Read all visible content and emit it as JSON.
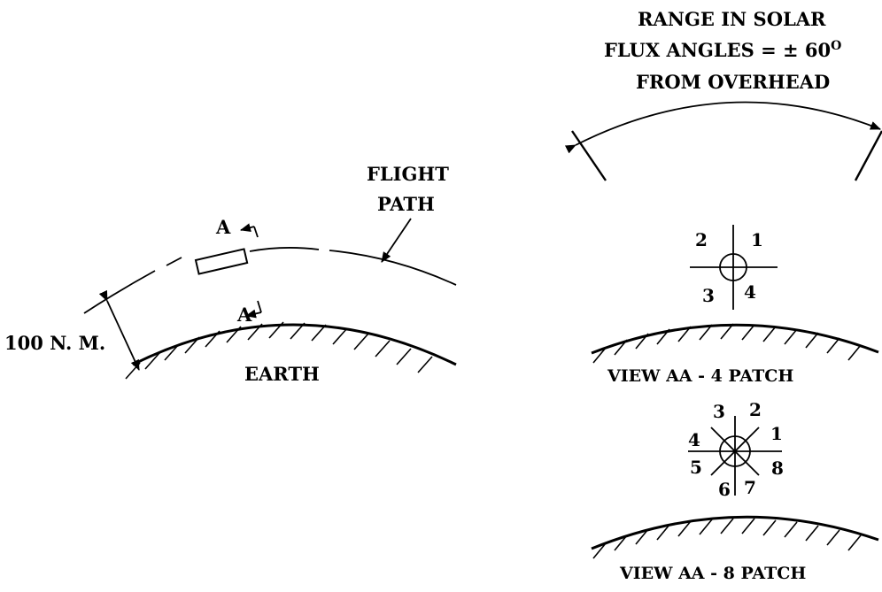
{
  "labels": {
    "range_line1": "RANGE IN SOLAR",
    "range_line2": "FLUX ANGLES = ± 60",
    "range_degree": "O",
    "range_line3": "FROM OVERHEAD",
    "flight_path_line1": "FLIGHT",
    "flight_path_line2": "PATH",
    "section_a_top": "A",
    "section_a_bottom": "A",
    "altitude": "100 N. M.",
    "earth": "EARTH",
    "view_4_patch": "VIEW AA - 4 PATCH",
    "view_8_patch": "VIEW AA - 8 PATCH"
  },
  "four_patch_numbers": [
    "1",
    "2",
    "3",
    "4"
  ],
  "eight_patch_numbers": [
    "1",
    "2",
    "3",
    "4",
    "5",
    "6",
    "7",
    "8"
  ]
}
